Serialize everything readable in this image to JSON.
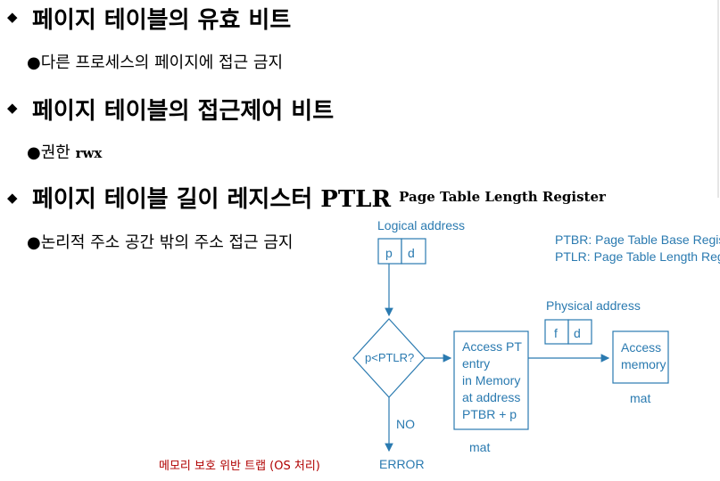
{
  "heading1": {
    "marker": "◆",
    "text": "페이지 테이블의 유효 비트"
  },
  "sub1": {
    "marker": "●",
    "text": "다른 프로세스의 페이지에 접근 금지"
  },
  "heading2": {
    "marker": "◆",
    "text": "페이지 테이블의 접근제어 비트"
  },
  "sub2": {
    "marker": "●",
    "text": "권한",
    "code": "rwx"
  },
  "heading3": {
    "marker": "◆",
    "text": "페이지 테이블 길이 레지스터",
    "abbr": "PTLR",
    "full": "Page Table Length Register"
  },
  "sub3": {
    "marker": "●",
    "text": "논리적 주소 공간 밖의 주소 접근 금지"
  },
  "diagram": {
    "logical_address": "Logical address",
    "p": "p",
    "d": "d",
    "legend_ptbr": "PTBR: Page Table Base Register",
    "legend_ptlr": "PTLR: Page Table Length Register",
    "decision": "p<PTLR?",
    "no": "NO",
    "error": "ERROR",
    "trap_label": "메모리 보호 위반 트랩 (OS 처리)",
    "access_pt_lines": [
      "Access PT",
      "entry",
      "in Memory",
      "at address",
      "PTBR + p"
    ],
    "mat1": "mat",
    "physical_address": "Physical address",
    "f": "f",
    "d2": "d",
    "access_memory_lines": [
      "Access",
      "memory"
    ],
    "mat2": "mat",
    "colors": {
      "accent": "#2a7ab0",
      "trap": "#b00000"
    }
  }
}
